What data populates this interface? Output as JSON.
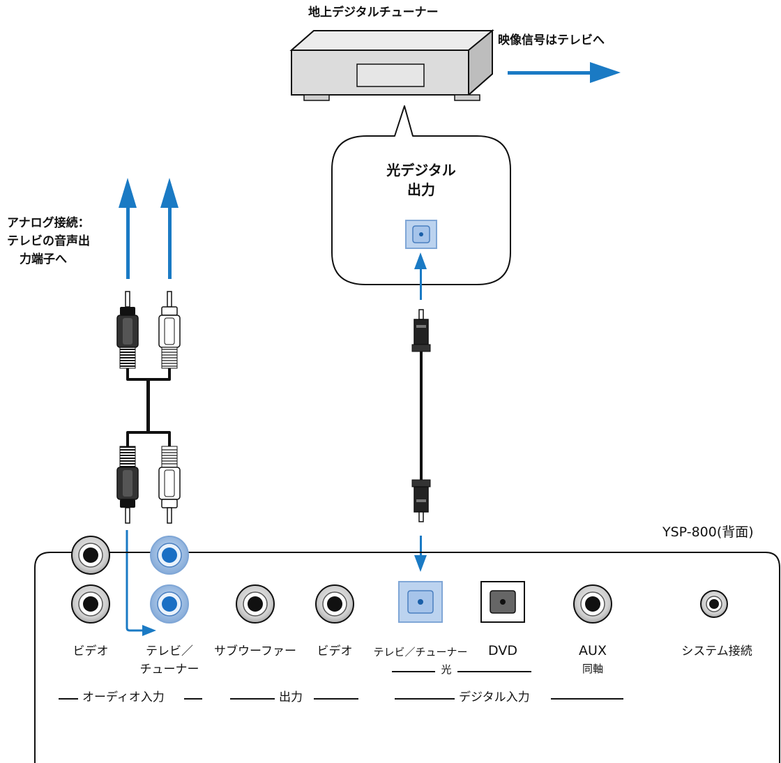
{
  "tuner": {
    "title": "地上デジタルチューナー",
    "video_note": "映像信号はテレビへ"
  },
  "bubble": {
    "line1": "光デジタル",
    "line2": "出力"
  },
  "analog_note": {
    "line1": "アナログ接続：",
    "line2": "テレビの音声出",
    "line3": "力端子へ"
  },
  "panel": {
    "model": "YSP-800(背面)",
    "jacks": {
      "video": "ビデオ",
      "tv_tuner_1": "テレビ／",
      "tv_tuner_2": "チューナー",
      "subwoofer": "サブウーファー",
      "video_out": "ビデオ",
      "tv_tuner_optical": "テレビ／チューナー",
      "dvd": "DVD",
      "aux": "AUX",
      "aux_sub": "同軸",
      "system": "システム接続"
    },
    "groups": {
      "optical": "光",
      "audio_in": "オーディオ入力",
      "output": "出力",
      "digital_in": "デジタル入力"
    }
  },
  "colors": {
    "accent": "#1a7ac4",
    "jack_highlight": "#9fbfe6",
    "device_gray": "#d6d6d6"
  }
}
